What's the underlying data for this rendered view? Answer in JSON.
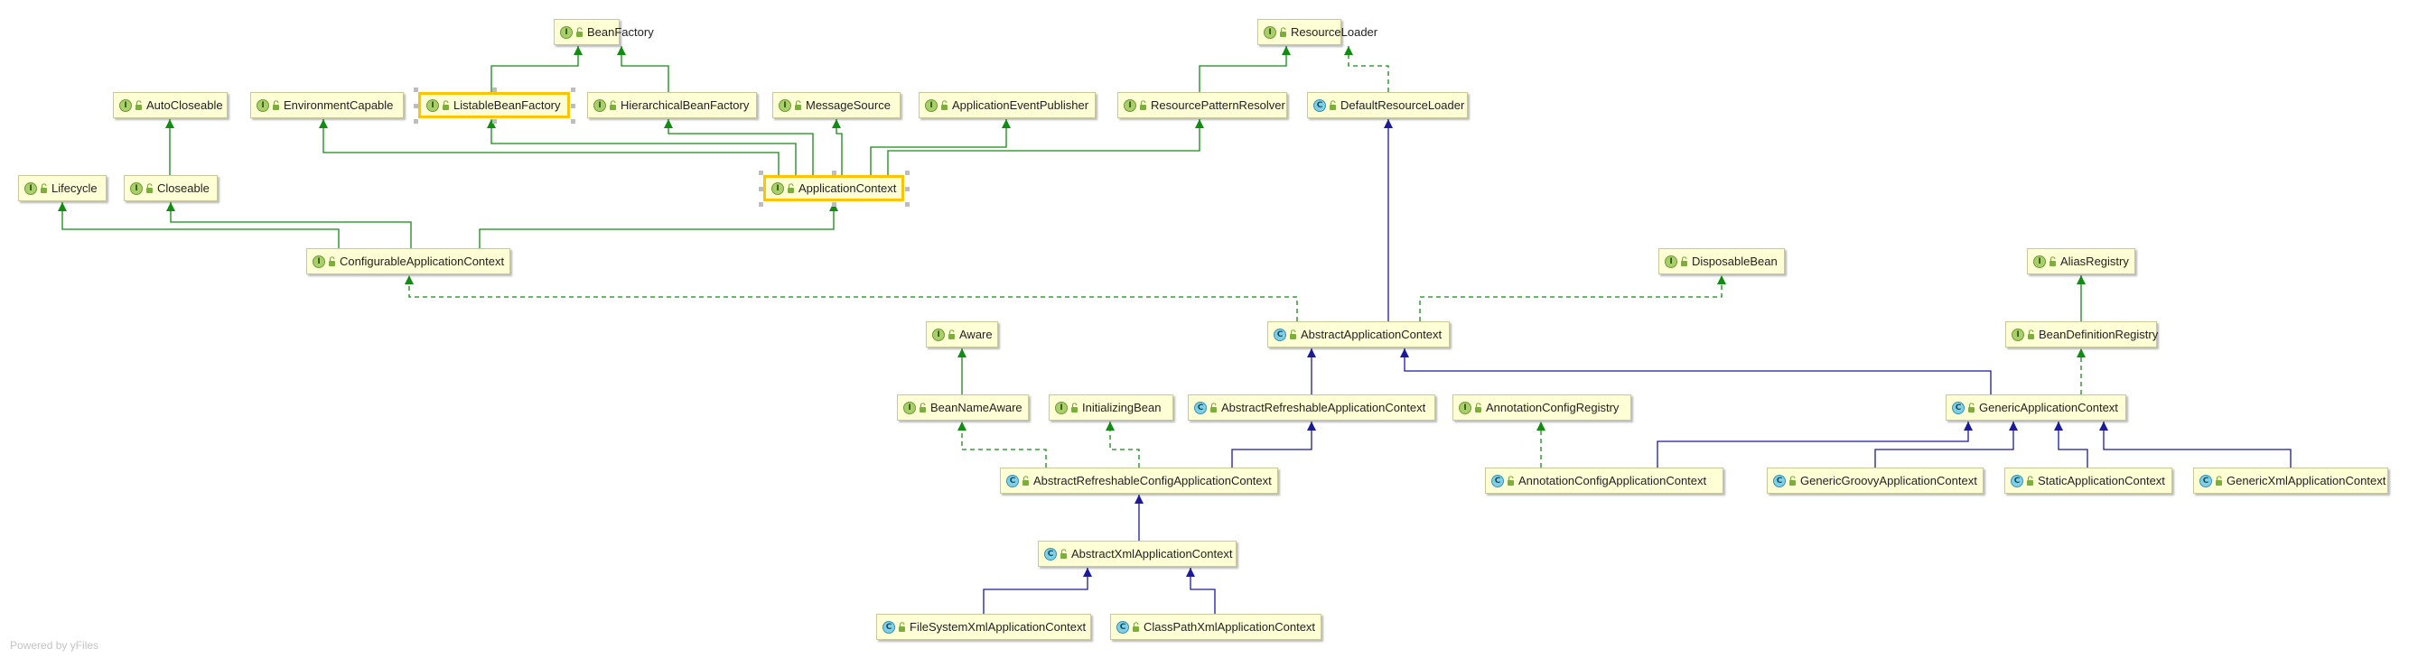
{
  "diagram": {
    "nodes": [
      {
        "id": "BeanFactory",
        "label": "BeanFactory",
        "kind": "interface"
      },
      {
        "id": "ResourceLoader",
        "label": "ResourceLoader",
        "kind": "interface"
      },
      {
        "id": "AutoCloseable",
        "label": "AutoCloseable",
        "kind": "interface"
      },
      {
        "id": "EnvironmentCapable",
        "label": "EnvironmentCapable",
        "kind": "interface"
      },
      {
        "id": "ListableBeanFactory",
        "label": "ListableBeanFactory",
        "kind": "interface",
        "selected": true
      },
      {
        "id": "HierarchicalBeanFactory",
        "label": "HierarchicalBeanFactory",
        "kind": "interface"
      },
      {
        "id": "MessageSource",
        "label": "MessageSource",
        "kind": "interface"
      },
      {
        "id": "ApplicationEventPublisher",
        "label": "ApplicationEventPublisher",
        "kind": "interface"
      },
      {
        "id": "ResourcePatternResolver",
        "label": "ResourcePatternResolver",
        "kind": "interface"
      },
      {
        "id": "DefaultResourceLoader",
        "label": "DefaultResourceLoader",
        "kind": "class"
      },
      {
        "id": "Lifecycle",
        "label": "Lifecycle",
        "kind": "interface"
      },
      {
        "id": "Closeable",
        "label": "Closeable",
        "kind": "interface"
      },
      {
        "id": "ApplicationContext",
        "label": "ApplicationContext",
        "kind": "interface",
        "selected": true
      },
      {
        "id": "ConfigurableApplicationContext",
        "label": "ConfigurableApplicationContext",
        "kind": "interface"
      },
      {
        "id": "DisposableBean",
        "label": "DisposableBean",
        "kind": "interface"
      },
      {
        "id": "AliasRegistry",
        "label": "AliasRegistry",
        "kind": "interface"
      },
      {
        "id": "Aware",
        "label": "Aware",
        "kind": "interface"
      },
      {
        "id": "AbstractApplicationContext",
        "label": "AbstractApplicationContext",
        "kind": "class"
      },
      {
        "id": "BeanDefinitionRegistry",
        "label": "BeanDefinitionRegistry",
        "kind": "interface"
      },
      {
        "id": "BeanNameAware",
        "label": "BeanNameAware",
        "kind": "interface"
      },
      {
        "id": "InitializingBean",
        "label": "InitializingBean",
        "kind": "interface"
      },
      {
        "id": "AbstractRefreshableApplicationContext",
        "label": "AbstractRefreshableApplicationContext",
        "kind": "class"
      },
      {
        "id": "AnnotationConfigRegistry",
        "label": "AnnotationConfigRegistry",
        "kind": "interface"
      },
      {
        "id": "GenericApplicationContext",
        "label": "GenericApplicationContext",
        "kind": "class"
      },
      {
        "id": "AbstractRefreshableConfigApplicationContext",
        "label": "AbstractRefreshableConfigApplicationContext",
        "kind": "class"
      },
      {
        "id": "AnnotationConfigApplicationContext",
        "label": "AnnotationConfigApplicationContext",
        "kind": "class"
      },
      {
        "id": "GenericGroovyApplicationContext",
        "label": "GenericGroovyApplicationContext",
        "kind": "class"
      },
      {
        "id": "StaticApplicationContext",
        "label": "StaticApplicationContext",
        "kind": "class"
      },
      {
        "id": "GenericXmlApplicationContext",
        "label": "GenericXmlApplicationContext",
        "kind": "class"
      },
      {
        "id": "AbstractXmlApplicationContext",
        "label": "AbstractXmlApplicationContext",
        "kind": "class"
      },
      {
        "id": "FileSystemXmlApplicationContext",
        "label": "FileSystemXmlApplicationContext",
        "kind": "class"
      },
      {
        "id": "ClassPathXmlApplicationContext",
        "label": "ClassPathXmlApplicationContext",
        "kind": "class"
      }
    ],
    "edges": [
      {
        "from": "ListableBeanFactory",
        "to": "BeanFactory",
        "type": "extends"
      },
      {
        "from": "HierarchicalBeanFactory",
        "to": "BeanFactory",
        "type": "extends"
      },
      {
        "from": "ResourcePatternResolver",
        "to": "ResourceLoader",
        "type": "extends"
      },
      {
        "from": "DefaultResourceLoader",
        "to": "ResourceLoader",
        "type": "implements"
      },
      {
        "from": "Closeable",
        "to": "AutoCloseable",
        "type": "extends"
      },
      {
        "from": "ApplicationContext",
        "to": "EnvironmentCapable",
        "type": "extends"
      },
      {
        "from": "ApplicationContext",
        "to": "ListableBeanFactory",
        "type": "extends"
      },
      {
        "from": "ApplicationContext",
        "to": "HierarchicalBeanFactory",
        "type": "extends"
      },
      {
        "from": "ApplicationContext",
        "to": "MessageSource",
        "type": "extends"
      },
      {
        "from": "ApplicationContext",
        "to": "ApplicationEventPublisher",
        "type": "extends"
      },
      {
        "from": "ApplicationContext",
        "to": "ResourcePatternResolver",
        "type": "extends"
      },
      {
        "from": "ConfigurableApplicationContext",
        "to": "Lifecycle",
        "type": "extends"
      },
      {
        "from": "ConfigurableApplicationContext",
        "to": "Closeable",
        "type": "extends"
      },
      {
        "from": "ConfigurableApplicationContext",
        "to": "ApplicationContext",
        "type": "extends"
      },
      {
        "from": "AbstractApplicationContext",
        "to": "ConfigurableApplicationContext",
        "type": "implements"
      },
      {
        "from": "AbstractApplicationContext",
        "to": "DefaultResourceLoader",
        "type": "class-extends"
      },
      {
        "from": "AbstractApplicationContext",
        "to": "DisposableBean",
        "type": "implements"
      },
      {
        "from": "BeanDefinitionRegistry",
        "to": "AliasRegistry",
        "type": "extends"
      },
      {
        "from": "BeanNameAware",
        "to": "Aware",
        "type": "extends"
      },
      {
        "from": "AbstractRefreshableApplicationContext",
        "to": "AbstractApplicationContext",
        "type": "class-extends"
      },
      {
        "from": "GenericApplicationContext",
        "to": "AbstractApplicationContext",
        "type": "class-extends"
      },
      {
        "from": "GenericApplicationContext",
        "to": "BeanDefinitionRegistry",
        "type": "implements"
      },
      {
        "from": "AbstractRefreshableConfigApplicationContext",
        "to": "BeanNameAware",
        "type": "implements"
      },
      {
        "from": "AbstractRefreshableConfigApplicationContext",
        "to": "InitializingBean",
        "type": "implements"
      },
      {
        "from": "AbstractRefreshableConfigApplicationContext",
        "to": "AbstractRefreshableApplicationContext",
        "type": "class-extends"
      },
      {
        "from": "AnnotationConfigApplicationContext",
        "to": "AnnotationConfigRegistry",
        "type": "implements"
      },
      {
        "from": "AnnotationConfigApplicationContext",
        "to": "GenericApplicationContext",
        "type": "class-extends"
      },
      {
        "from": "GenericGroovyApplicationContext",
        "to": "GenericApplicationContext",
        "type": "class-extends"
      },
      {
        "from": "StaticApplicationContext",
        "to": "GenericApplicationContext",
        "type": "class-extends"
      },
      {
        "from": "GenericXmlApplicationContext",
        "to": "GenericApplicationContext",
        "type": "class-extends"
      },
      {
        "from": "AbstractXmlApplicationContext",
        "to": "AbstractRefreshableConfigApplicationContext",
        "type": "class-extends"
      },
      {
        "from": "FileSystemXmlApplicationContext",
        "to": "AbstractXmlApplicationContext",
        "type": "class-extends"
      },
      {
        "from": "ClassPathXmlApplicationContext",
        "to": "AbstractXmlApplicationContext",
        "type": "class-extends"
      }
    ],
    "colors": {
      "node_fill": "#ffffd6",
      "node_border": "#c8c89a",
      "selected_border": "#ffc400",
      "interface_edge": "#128c12",
      "class_edge": "#1a1a9a"
    }
  },
  "footer": {
    "text": "Powered by yFiles"
  }
}
